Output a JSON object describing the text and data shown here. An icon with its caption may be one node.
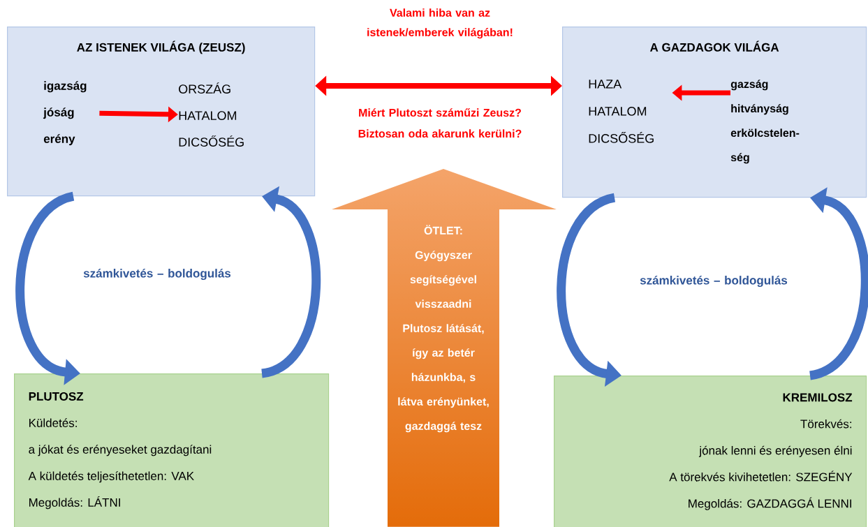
{
  "diagram": {
    "nodes": [
      {
        "text": [
          "AZ ISTENEK VILÁGA (ZEUSZ)"
        ]
      },
      {
        "text": [
          "igazság jóság erény"
        ],
        "in": 0
      },
      {
        "text": [
          "ORSZÁG HATALOM DICSŐSÉG"
        ],
        "in": 0
      },
      {
        "text": [
          "A GAZDAGOK VILÁGA"
        ]
      },
      {
        "text": [
          "HAZA HATALOM DICSŐSÉG"
        ],
        "in": 3
      },
      {
        "text": [
          "gazság hitványság erkölcstelen- ség"
        ],
        "in": 3
      },
      {
        "text": [
          "PLUTOSZ",
          "Küldetés:",
          "a jókat és erényeseket gazdagítani",
          "A küldetés teljesíthetetlen: VAK",
          "Megoldás: LÁTNI"
        ]
      },
      {
        "text": [
          "KREMILOSZ",
          "Törekvés:",
          "jónak lenni és erényesen élni",
          "A törekvés kivihetetlen: SZEGÉNY",
          "Megoldás: GAZDAGGÁ LENNI"
        ]
      },
      {
        "text": [
          "ÖTLET:",
          "Gyógyszer segítségével visszaadni Plutosz látását, így az betér házunkba, s látva erényünket, gazdaggá tesz"
        ]
      }
    ],
    "edges": [
      {
        "from": 1,
        "to": 2,
        "arrow": "to",
        "color": "#ff0000"
      },
      {
        "from": 5,
        "to": 4,
        "arrow": "to",
        "color": "#ff0000"
      },
      {
        "from": 0,
        "to": 3,
        "arrow": "both",
        "color": "#ff0000"
      },
      {
        "from": 0,
        "to": 6,
        "arrow": "to",
        "color": "#4472c4"
      },
      {
        "from": 6,
        "to": 0,
        "arrow": "to",
        "color": "#4472c4"
      },
      {
        "from": 3,
        "to": 7,
        "arrow": "to",
        "color": "#4472c4"
      },
      {
        "from": 7,
        "to": 3,
        "arrow": "to",
        "color": "#4472c4"
      }
    ],
    "labels": [
      "Valami hiba van az istenek/emberek világában!",
      "Miért Plutoszt száműzi Zeusz? Biztosan oda akarunk kerülni?",
      "számkivetés – boldogulás",
      "számkivetés – boldogulás"
    ]
  }
}
